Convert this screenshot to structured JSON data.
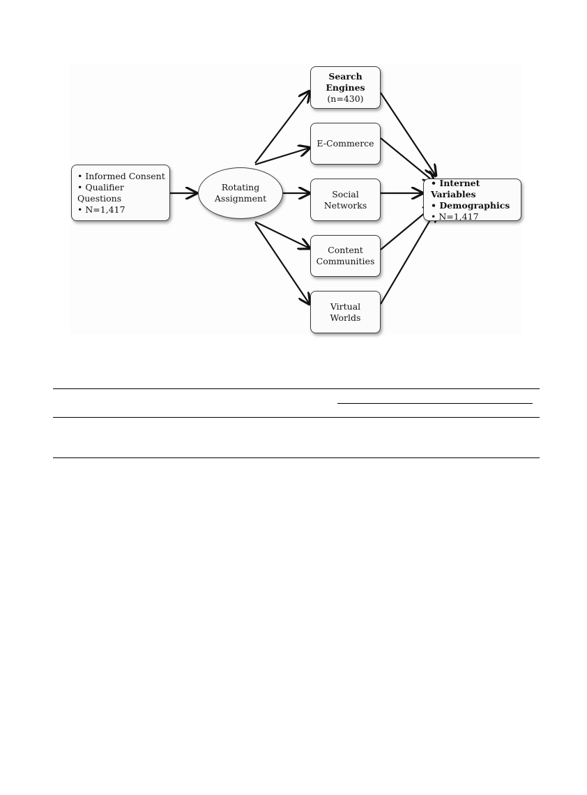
{
  "diagram": {
    "start": {
      "lines": [
        "• Informed Consent",
        "• Qualifier Questions",
        "• N=1,417"
      ]
    },
    "assignment": {
      "lines": [
        "Rotating",
        "Assignment"
      ]
    },
    "branches": [
      {
        "id": "search-engines",
        "lines": [
          "Search",
          "Engines",
          "(n=430)"
        ]
      },
      {
        "id": "e-commerce",
        "lines": [
          "E-Commerce"
        ]
      },
      {
        "id": "social-networks",
        "lines": [
          "Social",
          "Networks"
        ]
      },
      {
        "id": "content-communities",
        "lines": [
          "Content",
          "Communities"
        ]
      },
      {
        "id": "virtual-worlds",
        "lines": [
          "Virtual",
          "Worlds"
        ]
      }
    ],
    "end": {
      "lines": [
        "• Internet Variables",
        "• Demographics",
        "• N=1,417"
      ]
    }
  }
}
